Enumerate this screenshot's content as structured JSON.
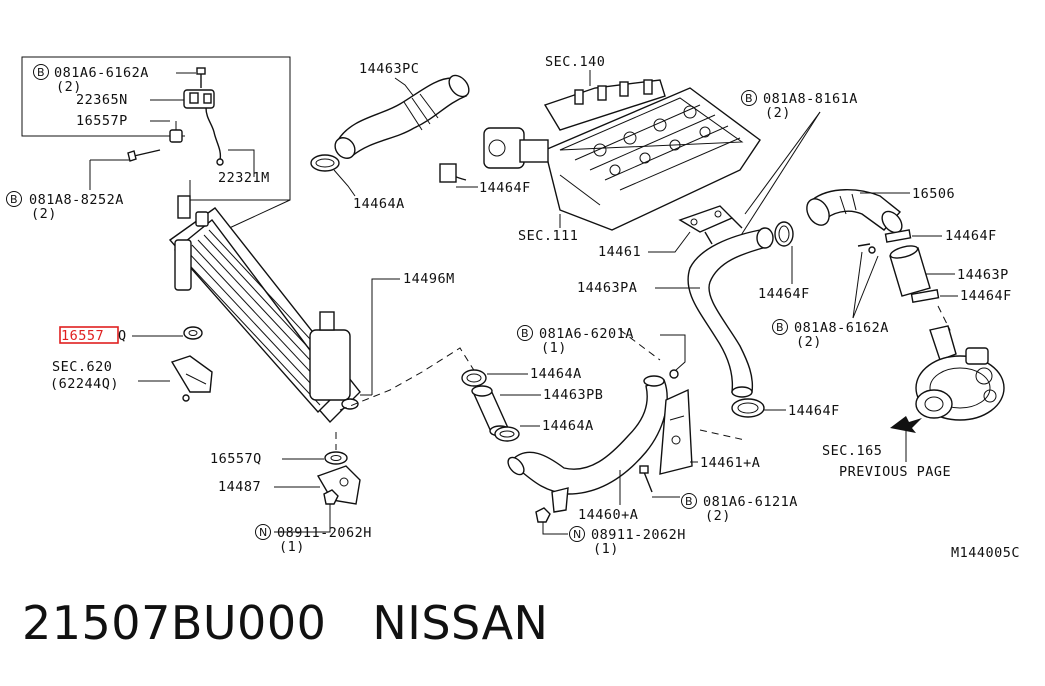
{
  "labels": {
    "bolt_081a6_6162a": "081A6-6162A",
    "bolt_081a6_6162a_qty": "(2)",
    "p22365n": "22365N",
    "p16557p": "16557P",
    "bolt_081a8_8252a": "081A8-8252A",
    "bolt_081a8_8252a_qty": "(2)",
    "p22321m": "22321M",
    "p14463pc": "14463PC",
    "p14464a_top": "14464A",
    "sec140": "SEC.140",
    "p14464f_head": "14464F",
    "sec111": "SEC.111",
    "p14461": "14461",
    "bolt_081a8_8161a": "081A8-8161A",
    "bolt_081a8_8161a_qty": "(2)",
    "p16506": "16506",
    "p14464f_right1": "14464F",
    "p14463p": "14463P",
    "p14464f_right2": "14464F",
    "p14463pa": "14463PA",
    "p14464f_mid": "14464F",
    "bolt_081a8_6162a": "081A8-6162A",
    "bolt_081a8_6162a_qty": "(2)",
    "p14496m": "14496M",
    "p16557q_left": "16557",
    "p16557q_left_suffix": "Q",
    "sec620": "SEC.620",
    "sec620_sub": "(62244Q)",
    "bolt_081a6_6201a": "081A6-6201A",
    "bolt_081a6_6201a_qty": "(1)",
    "p14464a_mid": "14464A",
    "p14463pb": "14463PB",
    "p14464a_low": "14464A",
    "p14464f_low": "14464F",
    "sec165": "SEC.165",
    "previous_page": "PREVIOUS PAGE",
    "p14461a": "14461+A",
    "p16557q_bottom": "16557Q",
    "p14487": "14487",
    "bolt_081a6_6121a": "081A6-6121A",
    "bolt_081a6_6121a_qty": "(2)",
    "p14460a": "14460+A",
    "nut_08911_left": "08911-2062H",
    "nut_08911_left_qty": "(1)",
    "nut_08911_right": "08911-2062H",
    "nut_08911_right_qty": "(1)",
    "diagram_code": "M144005C",
    "marker_b": "B",
    "marker_n": "N"
  },
  "caption": {
    "part_number": "21507BU000",
    "brand": "NISSAN"
  },
  "highlight_color": "#e02020"
}
